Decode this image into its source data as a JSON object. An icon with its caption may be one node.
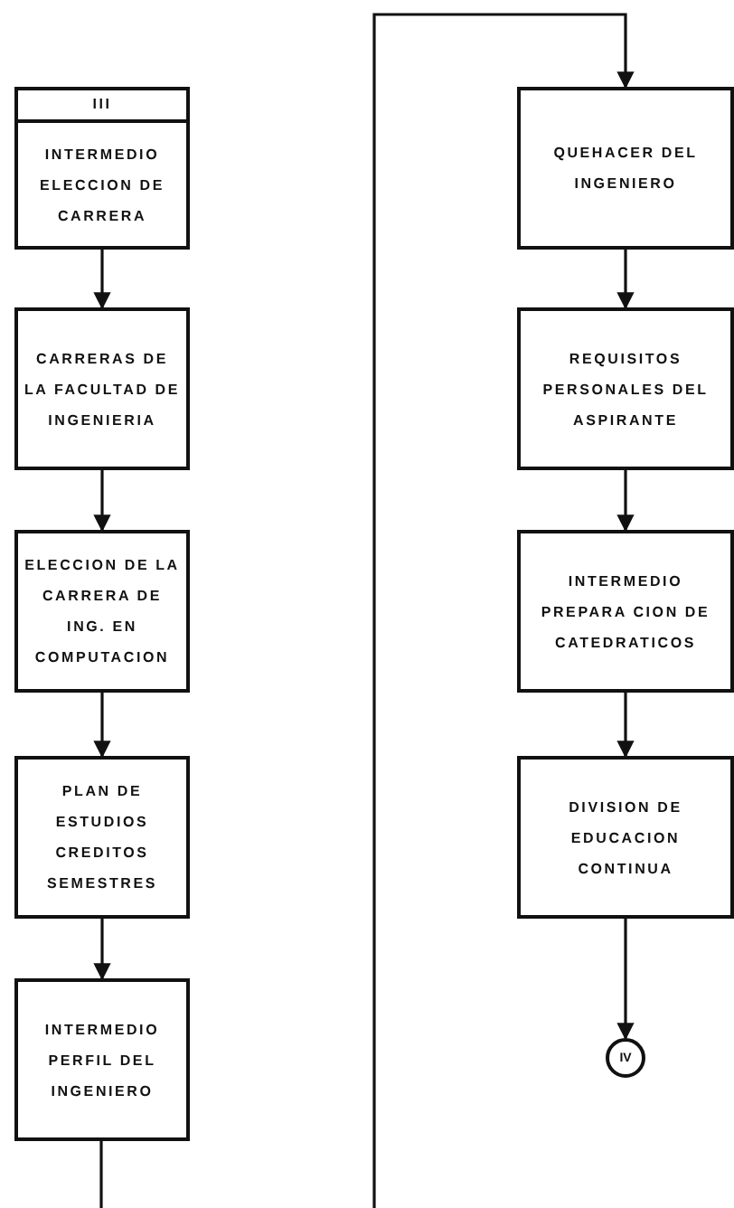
{
  "diagram": {
    "nodes": [
      {
        "text": [
          "III",
          "INTERMEDIO ELECCION DE CARRERA"
        ]
      },
      {
        "text": [
          "CARRERAS DE LA FACULTAD DE INGENIERIA"
        ]
      },
      {
        "text": [
          "ELECCION DE LA CARRERA DE ING. EN COMPUTACION"
        ]
      },
      {
        "text": [
          "PLAN DE ESTUDIOS CREDITOS SEMESTRES"
        ]
      },
      {
        "text": [
          "INTERMEDIO PERFIL DEL INGENIERO"
        ]
      },
      {
        "text": [
          "QUEHACER DEL INGENIERO"
        ]
      },
      {
        "text": [
          "REQUISITOS PERSONALES DEL ASPIRANTE"
        ]
      },
      {
        "text": [
          "INTERMEDIO PREPARA CION DE CATEDRATICOS"
        ]
      },
      {
        "text": [
          "DIVISION DE EDUCACION CONTINUA"
        ]
      },
      {
        "text": [
          "IV"
        ]
      }
    ],
    "edges": [
      {
        "from": 0,
        "to": 1,
        "arrow": "to"
      },
      {
        "from": 1,
        "to": 2,
        "arrow": "to"
      },
      {
        "from": 2,
        "to": 3,
        "arrow": "to"
      },
      {
        "from": 3,
        "to": 4,
        "arrow": "to"
      },
      {
        "from": 4,
        "to": null,
        "arrow": "none"
      },
      {
        "from": null,
        "to": 5,
        "arrow": "to"
      },
      {
        "from": 5,
        "to": 6,
        "arrow": "to"
      },
      {
        "from": 6,
        "to": 7,
        "arrow": "to"
      },
      {
        "from": 7,
        "to": 8,
        "arrow": "to"
      },
      {
        "from": 8,
        "to": 9,
        "arrow": "to"
      }
    ]
  }
}
